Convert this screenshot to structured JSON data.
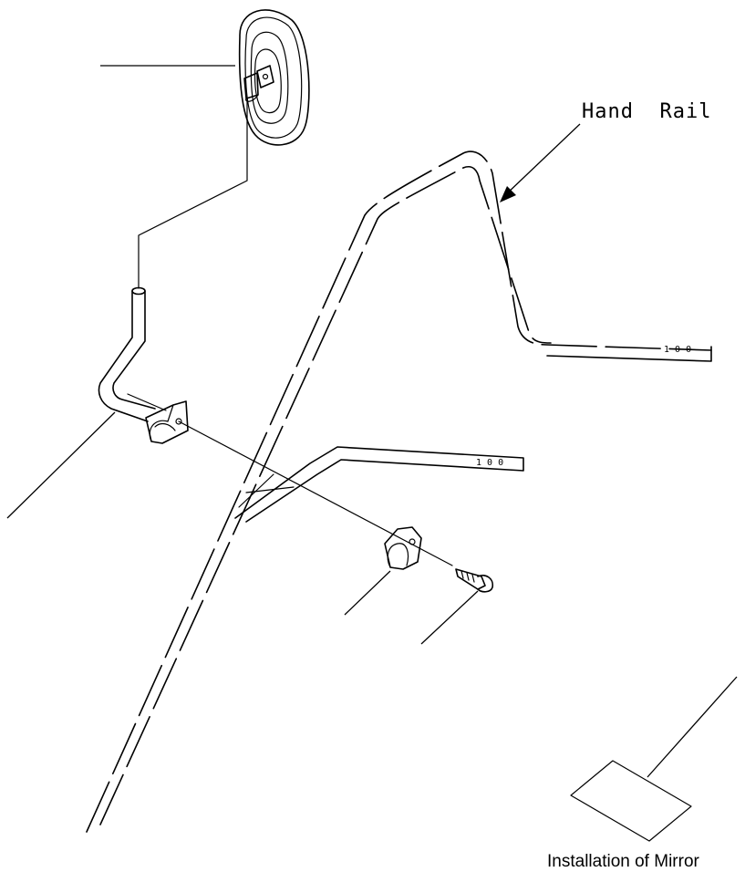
{
  "labels": {
    "hand_rail": "Hand  Rail",
    "caption": "Installation of Mirror"
  },
  "parts": {
    "rail_end_marks": "1 0 0"
  },
  "colors": {
    "line": "#000000",
    "background": "#ffffff"
  }
}
